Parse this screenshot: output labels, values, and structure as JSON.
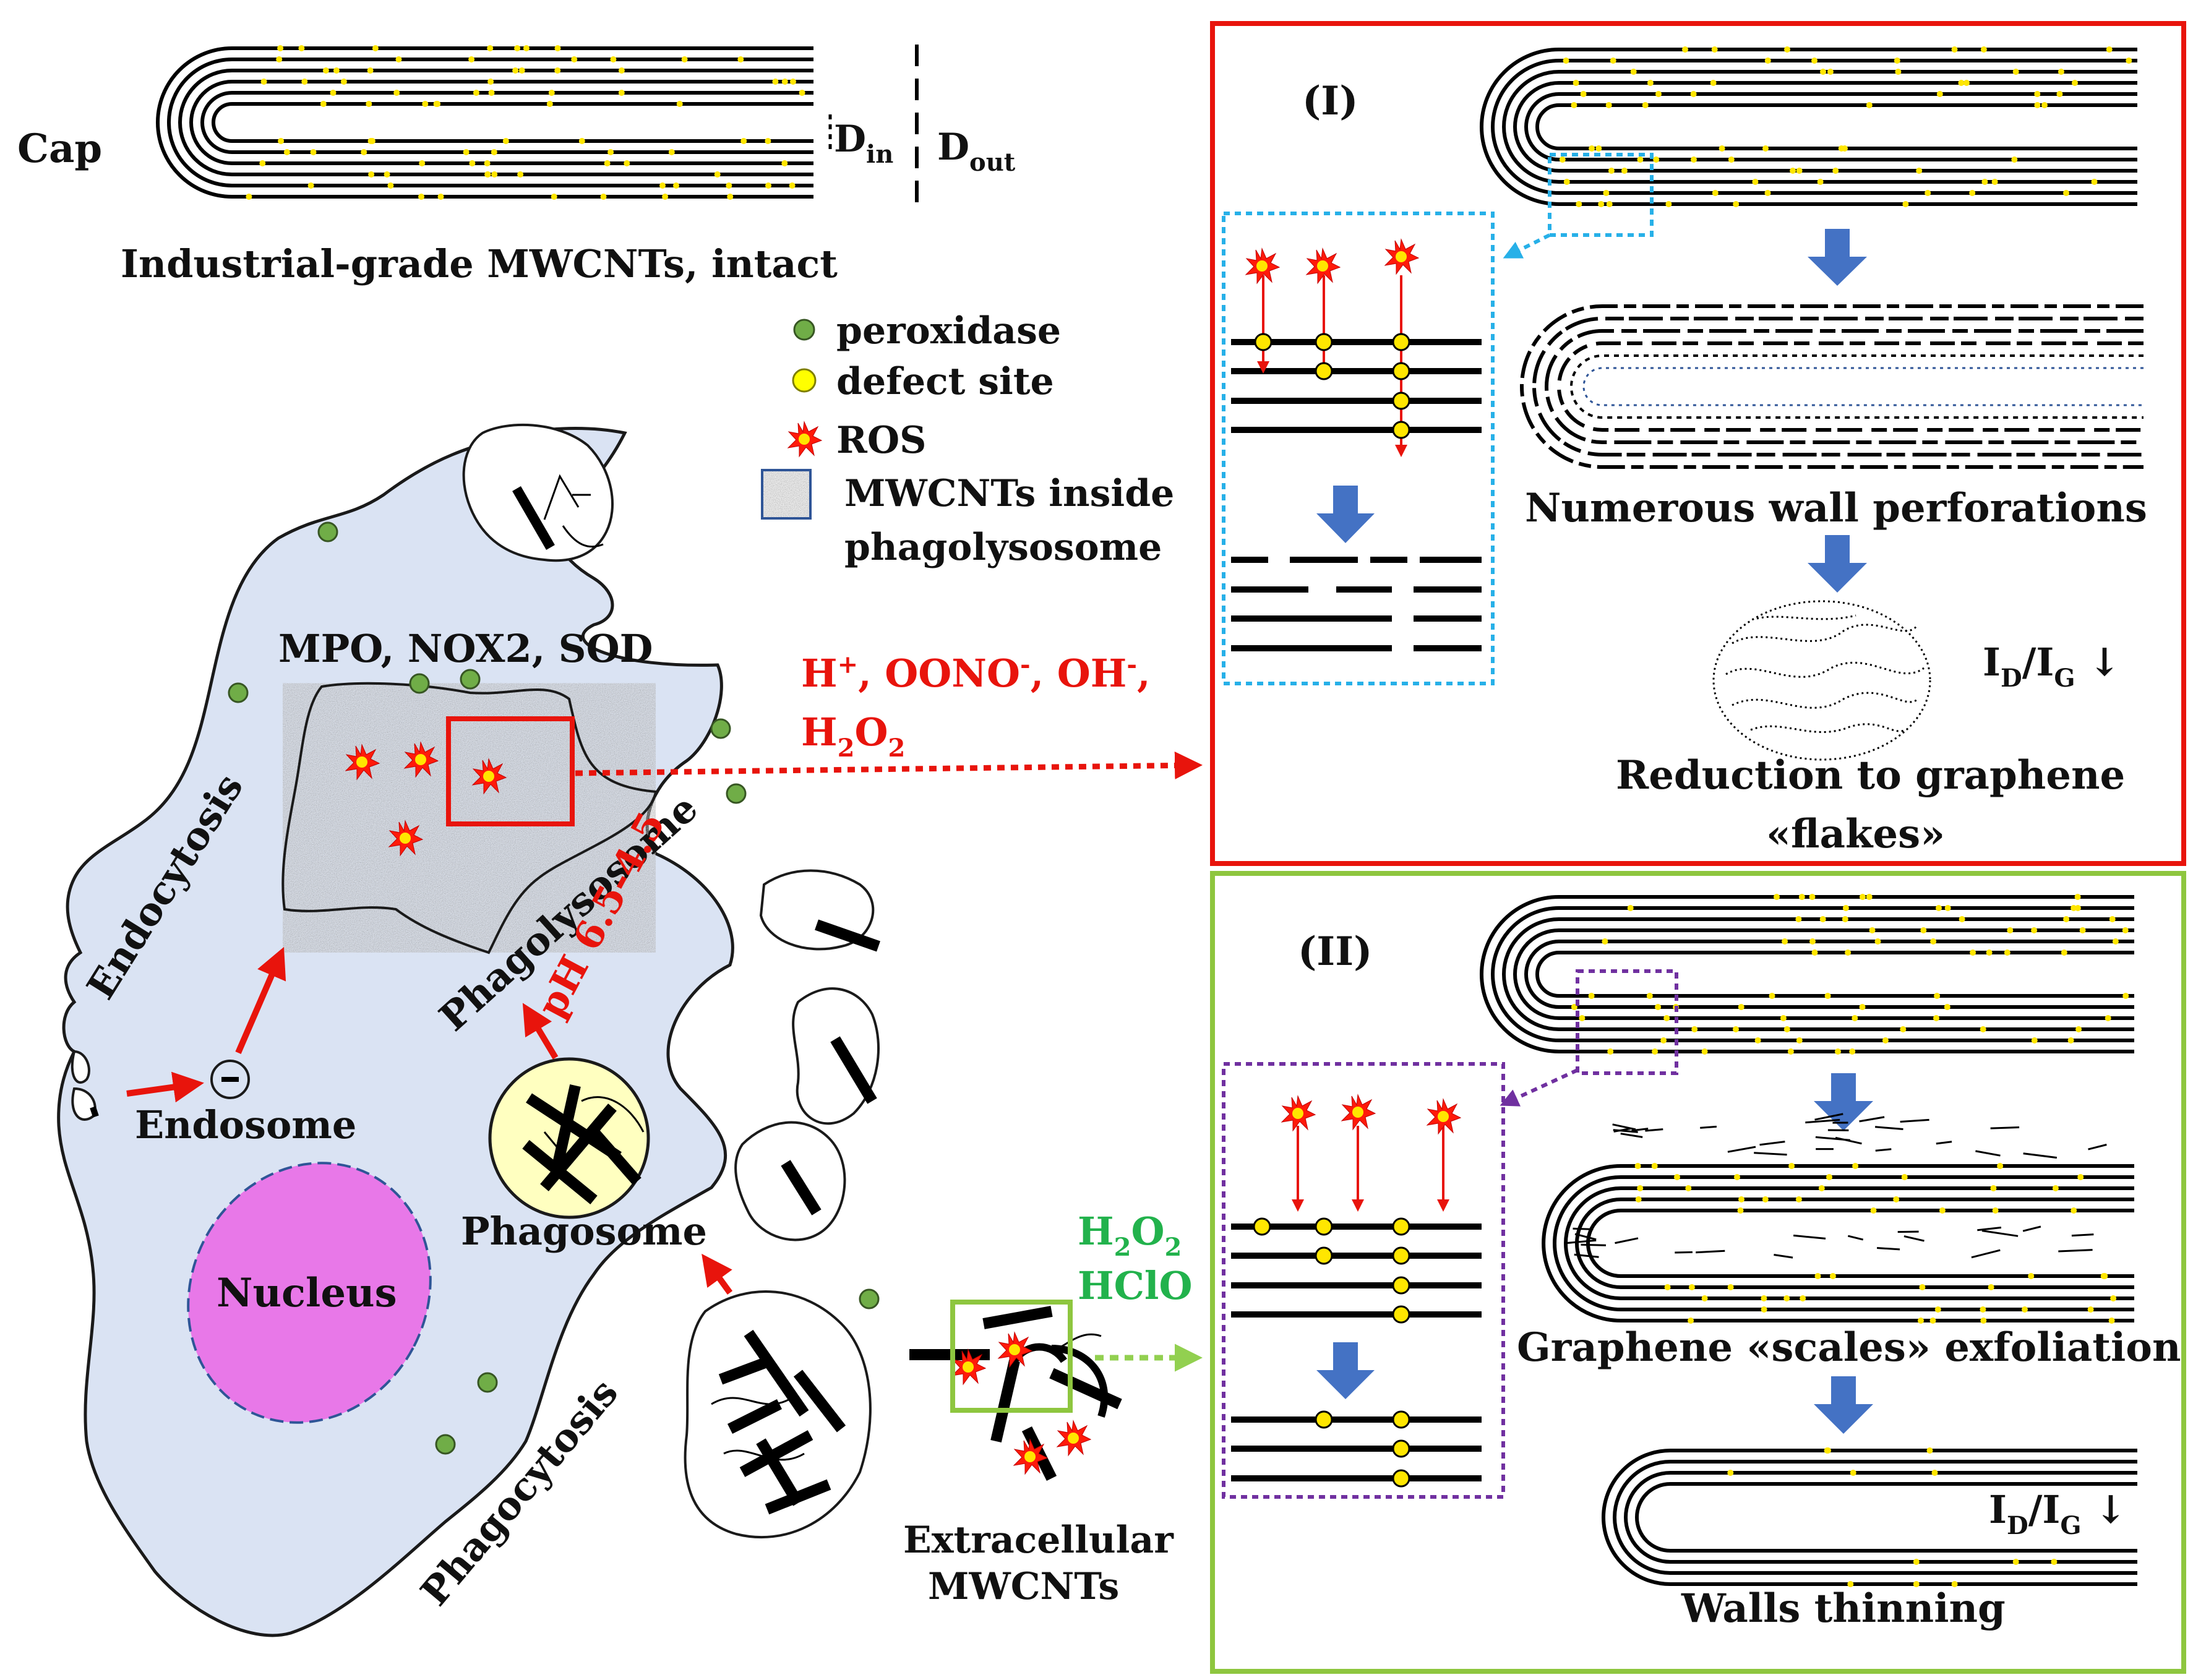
{
  "labels": {
    "cap": "Cap",
    "d_in_main": "D",
    "d_in_sub": "in",
    "d_out_main": "D",
    "d_out_sub": "out",
    "intact_caption": "Industrial-grade  MWCNTs, intact",
    "enzymes": "MPO, NOX2, SOD",
    "endocytosis": "Endocytosis",
    "phagolysosome": "Phagolysosome",
    "ph": "pH 6.5-4.5",
    "endosome": "Endosome",
    "nucleus": "Nucleus",
    "phagosome": "Phagosome",
    "phagocytosis": "Phagocytosis",
    "extracellular_1": "Extracellular",
    "extracellular_2": "MWCNTs"
  },
  "legend": {
    "peroxidase": "peroxidase",
    "defect_site": "defect site",
    "ros": "ROS",
    "mwcnt_inside_1": "MWCNTs inside",
    "mwcnt_inside_2": "phagolysosome"
  },
  "species": {
    "h": "H",
    "plus": "+",
    "oono": ", OONO",
    "minus1": "-",
    "oh": ", OH",
    "minus2": "-",
    "comma": ",",
    "h2": "H",
    "sub2a": "2",
    "o2": "O",
    "sub2b": "2"
  },
  "species_green": {
    "h": "H",
    "sub2a": "2",
    "o": "O",
    "sub2b": "2",
    "hclo": "HClO"
  },
  "panel1": {
    "label": "(I)",
    "perforations": "Numerous  wall  perforations",
    "ratio_i1": "I",
    "ratio_d": "D",
    "ratio_slash": "/I",
    "ratio_g": "G",
    "ratio_arrow": " ↓",
    "reduction_1": "Reduction to graphene",
    "reduction_2": "«flakes»"
  },
  "panel2": {
    "label": "(II)",
    "exfoliation": "Graphene «scales» exfoliation",
    "ratio_i1": "I",
    "ratio_d": "D",
    "ratio_slash": "/I",
    "ratio_g": "G",
    "ratio_arrow": " ↓",
    "thinning": "Walls thinning"
  },
  "colors": {
    "red_text": "#e8140c",
    "green_text": "#22b24c",
    "cell_fill": "#dae3f3",
    "nucleus_fill": "#e878e8",
    "phagosome_fill": "#ffffc0",
    "defect_site": "#ffe600",
    "peroxidase": "#70ad47",
    "arrow_blue": "#4472c4"
  }
}
